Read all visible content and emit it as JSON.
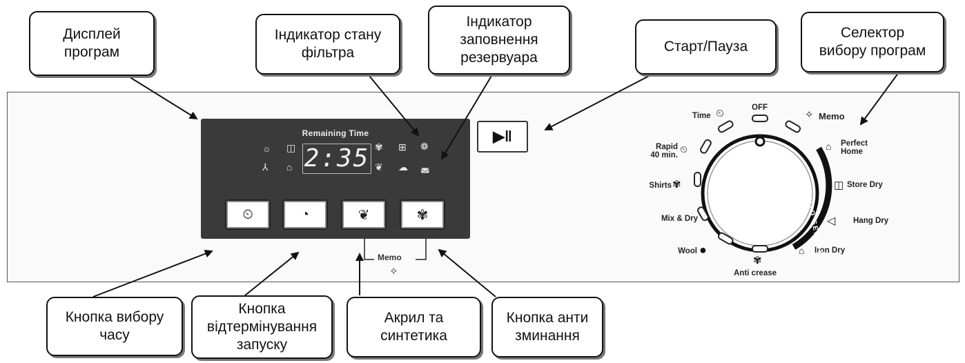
{
  "callouts": {
    "program_display": "Дисплей\nпрограм",
    "filter_indicator": "Індикатор стану\nфільтра",
    "tank_indicator": "Індикатор\nзаповнення\nрезервуара",
    "start_pause": "Старт/Пауза",
    "program_selector": "Селектор\nвибору програм",
    "time_button": "Кнопка вибору\nчасу",
    "delay_button": "Кнопка\nвідтермінування\nзапуску",
    "acrylic_synthetic": "Акрил та\nсинтетика",
    "anti_crease_button": "Кнопка анти\nзминання"
  },
  "display": {
    "remaining_time_label": "Remaining Time",
    "time_value": "2:35",
    "memo_label": "Memo"
  },
  "dial": {
    "off": "OFF",
    "time": "Time",
    "memo": "Memo",
    "perfect_home": "Perfect\nHome",
    "rapid": "Rapid\n40 min.",
    "store_dry": "Store Dry",
    "shirts": "Shirts",
    "hang_dry": "Hang Dry",
    "mix_dry": "Mix & Dry",
    "iron_dry": "Iron Dry",
    "wool": "Wool",
    "anti_crease": "Anti crease",
    "auto_sensor": "AUTO SENSOR"
  }
}
